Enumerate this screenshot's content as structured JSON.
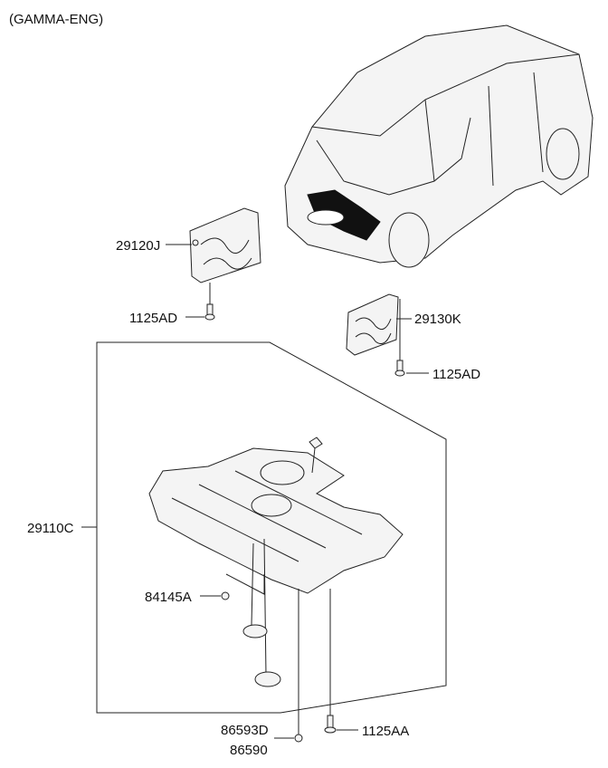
{
  "title": "(GAMMA-ENG)",
  "labels": {
    "bracket_left": "29120J",
    "bolt_left": "1125AD",
    "bracket_right": "29130K",
    "bolt_right": "1125AD",
    "under_cover": "29110C",
    "plug": "84145A",
    "nut_a": "86593D",
    "nut_b": "86590",
    "bolt_bottom": "1125AA"
  }
}
